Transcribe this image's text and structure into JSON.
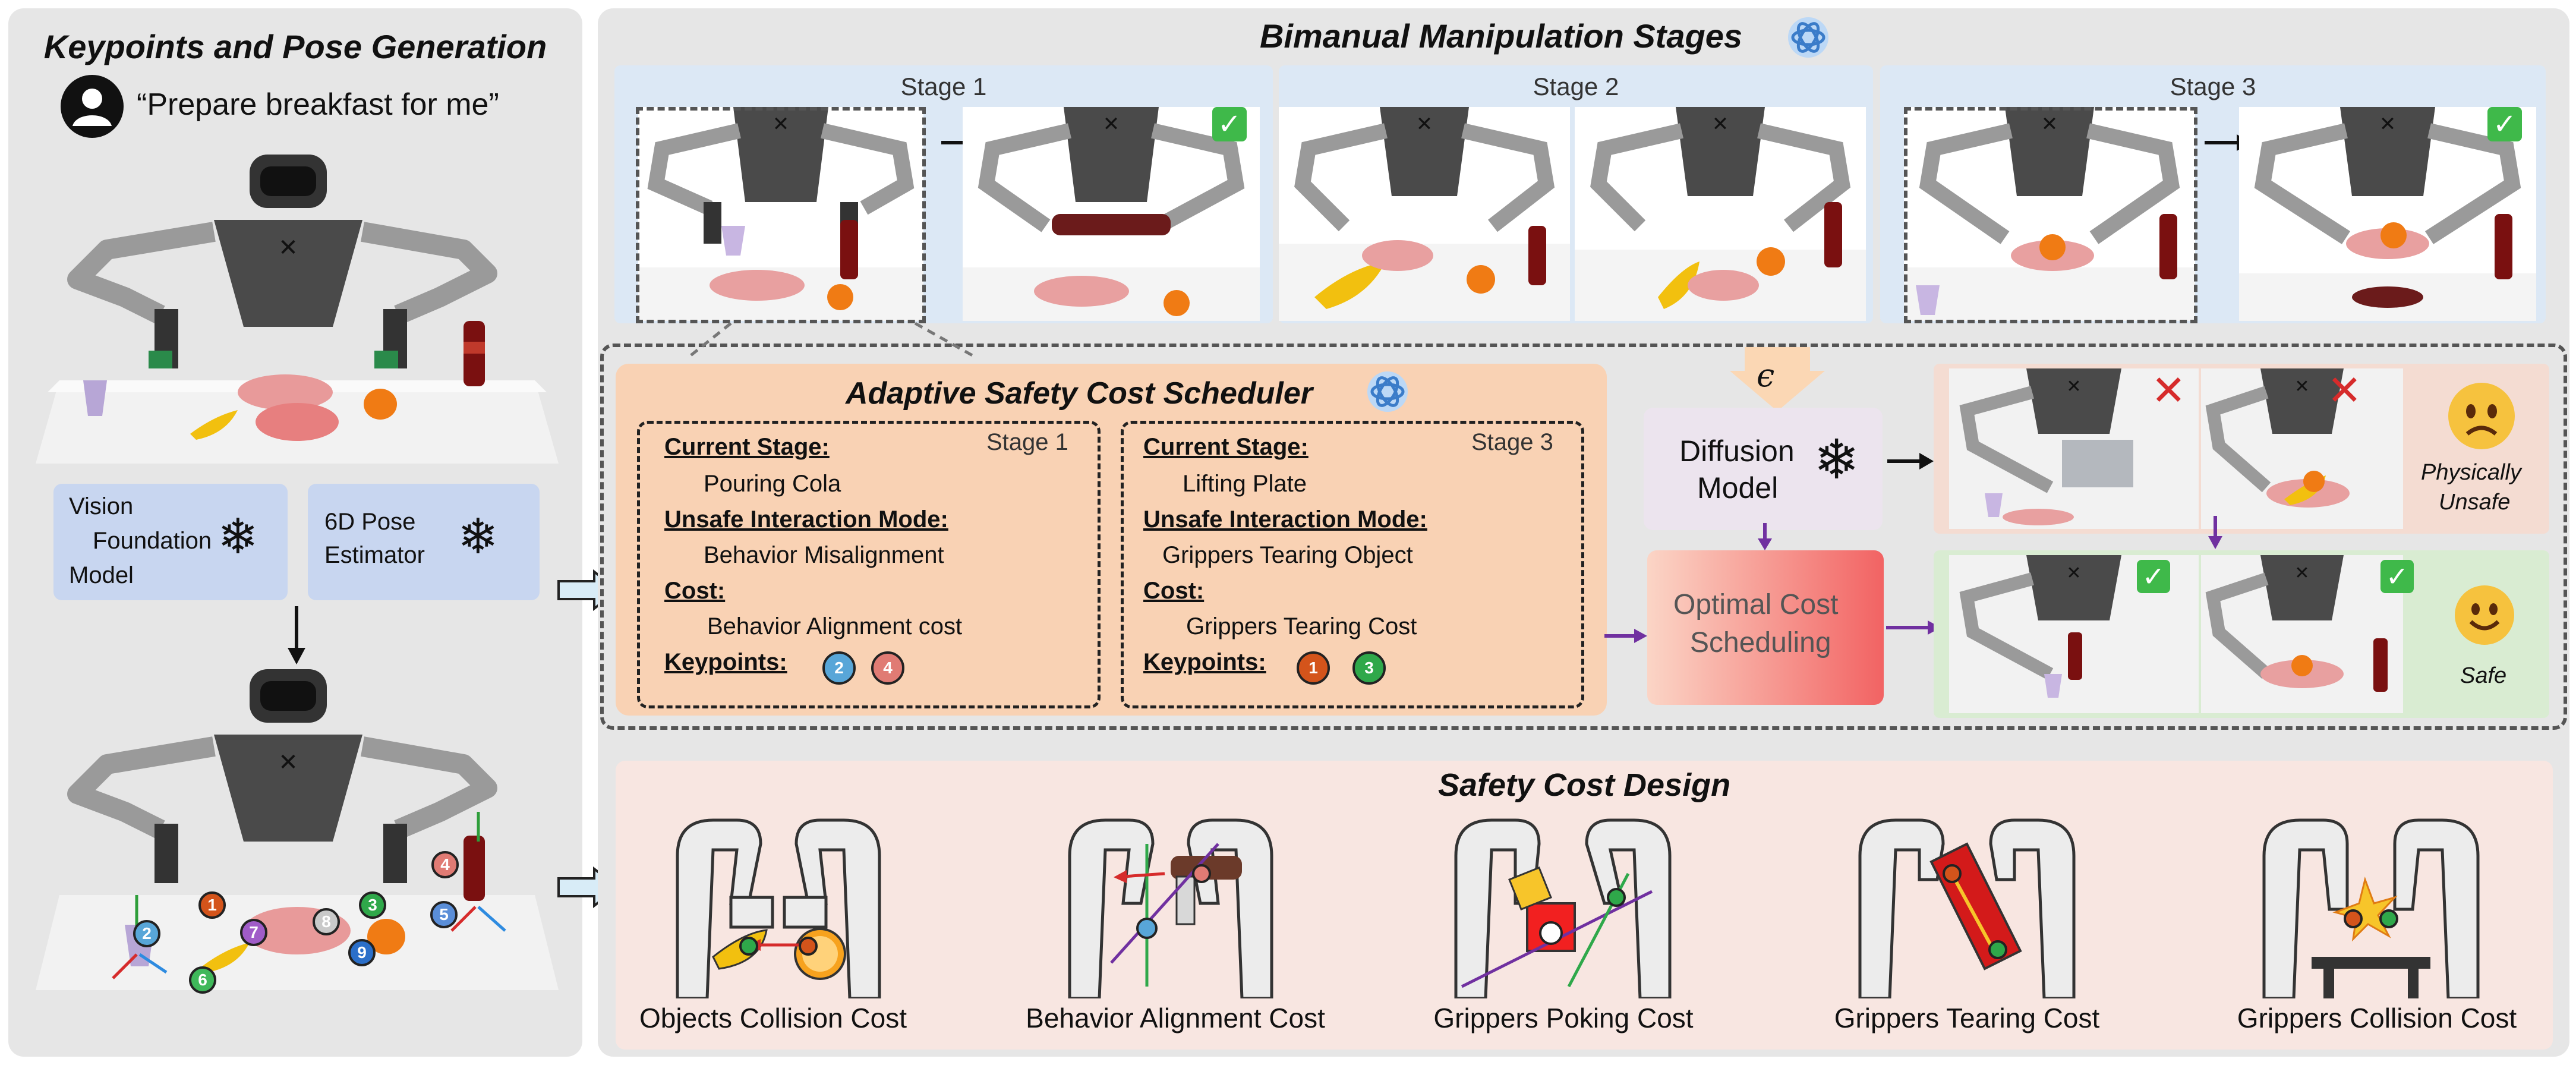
{
  "left_panel": {
    "title": "Keypoints and Pose Generation",
    "prompt": "“Prepare breakfast for me”",
    "vfm_label_1": "Vision",
    "vfm_label_2": "Foundation",
    "vfm_label_3": "Model",
    "pose_label_1": "6D Pose",
    "pose_label_2": "Estimator",
    "keypoint_numbers": [
      "1",
      "2",
      "3",
      "4",
      "5",
      "6",
      "7",
      "8",
      "9"
    ]
  },
  "stages_panel": {
    "title": "Bimanual Manipulation Stages",
    "stage1": "Stage 1",
    "stage2": "Stage 2",
    "stage3": "Stage 3"
  },
  "scheduler": {
    "title": "Adaptive Safety Cost Scheduler",
    "left": {
      "stage_tag": "Stage 1",
      "current_stage_label": "Current Stage:",
      "current_stage": "Pouring Cola",
      "mode_label": "Unsafe Interaction Mode:",
      "mode": "Behavior Misalignment",
      "cost_label": "Cost:",
      "cost": "Behavior Alignment cost",
      "keypoints_label": "Keypoints:",
      "kp_a": "2",
      "kp_b": "4"
    },
    "right": {
      "stage_tag": "Stage 3",
      "current_stage_label": "Current Stage:",
      "current_stage": "Lifting Plate",
      "mode_label": "Unsafe Interaction Mode:",
      "mode": "Grippers Tearing Object",
      "cost_label": "Cost:",
      "cost": "Grippers Tearing Cost",
      "keypoints_label": "Keypoints:",
      "kp_a": "1",
      "kp_b": "3"
    }
  },
  "diffusion": {
    "epsilon": "ϵ",
    "label_1": "Diffusion",
    "label_2": "Model"
  },
  "optimal": {
    "label_1": "Optimal Cost",
    "label_2": "Scheduling"
  },
  "outcomes": {
    "unsafe_1": "Physically",
    "unsafe_2": "Unsafe",
    "safe": "Safe"
  },
  "safety_cost_design": {
    "title": "Safety Cost Design",
    "costs": [
      "Objects Collision Cost",
      "Behavior Alignment Cost",
      "Grippers Poking Cost",
      "Grippers Tearing Cost",
      "Grippers Collision Cost"
    ]
  },
  "colors": {
    "stage_bg": "#dce8f5",
    "scheduler_bg": "#f9d2b4",
    "unsafe_bg": "#f4dcd2",
    "safe_bg": "#d9ecd2",
    "design_bg": "#f8e6e1",
    "diffusion_bg": "#ece4ee",
    "vfm_bg": "#c8d6f0",
    "arrow_purple": "#7030a0"
  }
}
